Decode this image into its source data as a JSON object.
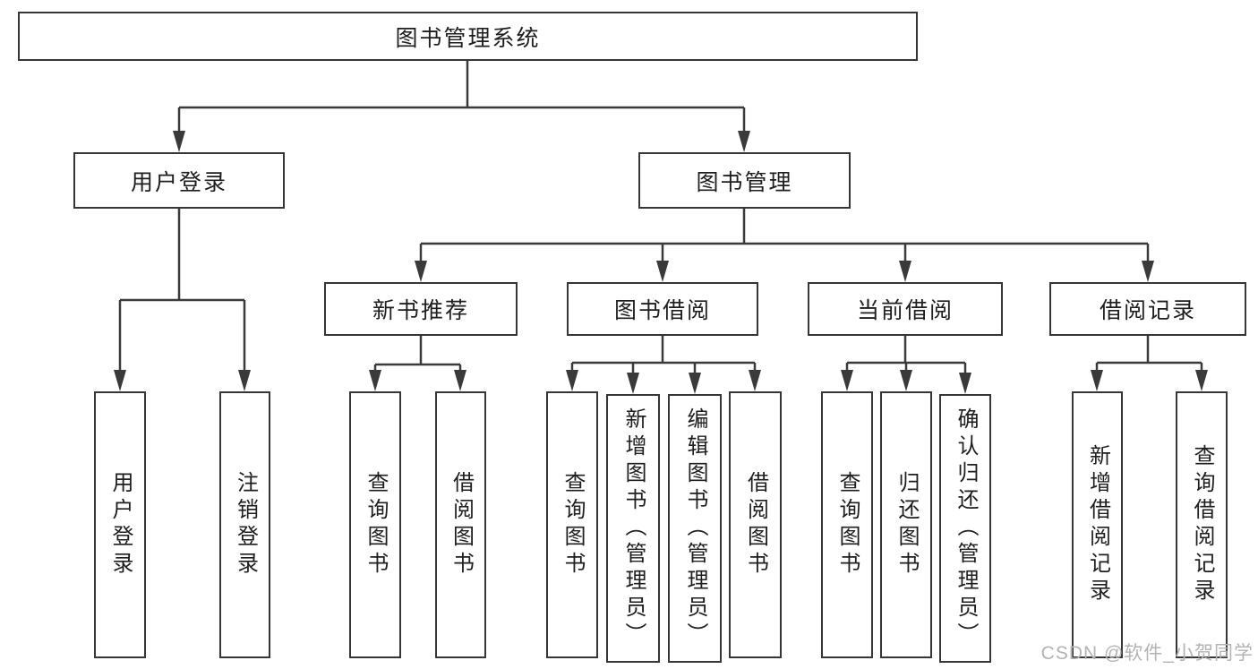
{
  "diagram": {
    "root": "图书管理系统",
    "user_branch": {
      "label": "用户登录",
      "children": [
        "用户登录",
        "注销登录"
      ]
    },
    "book_branch": {
      "label": "图书管理",
      "groups": [
        {
          "label": "新书推荐",
          "children": [
            "查询图书",
            "借阅图书"
          ]
        },
        {
          "label": "图书借阅",
          "children": [
            "查询图书",
            "新增图书（管理员）",
            "编辑图书（管理员）",
            "借阅图书"
          ]
        },
        {
          "label": "当前借阅",
          "children": [
            "查询图书",
            "归还图书",
            "确认归还（管理员）"
          ]
        },
        {
          "label": "借阅记录",
          "children": [
            "新增借阅记录",
            "查询借阅记录"
          ]
        }
      ]
    },
    "watermark": "CSDN @软件_小贺同学"
  }
}
